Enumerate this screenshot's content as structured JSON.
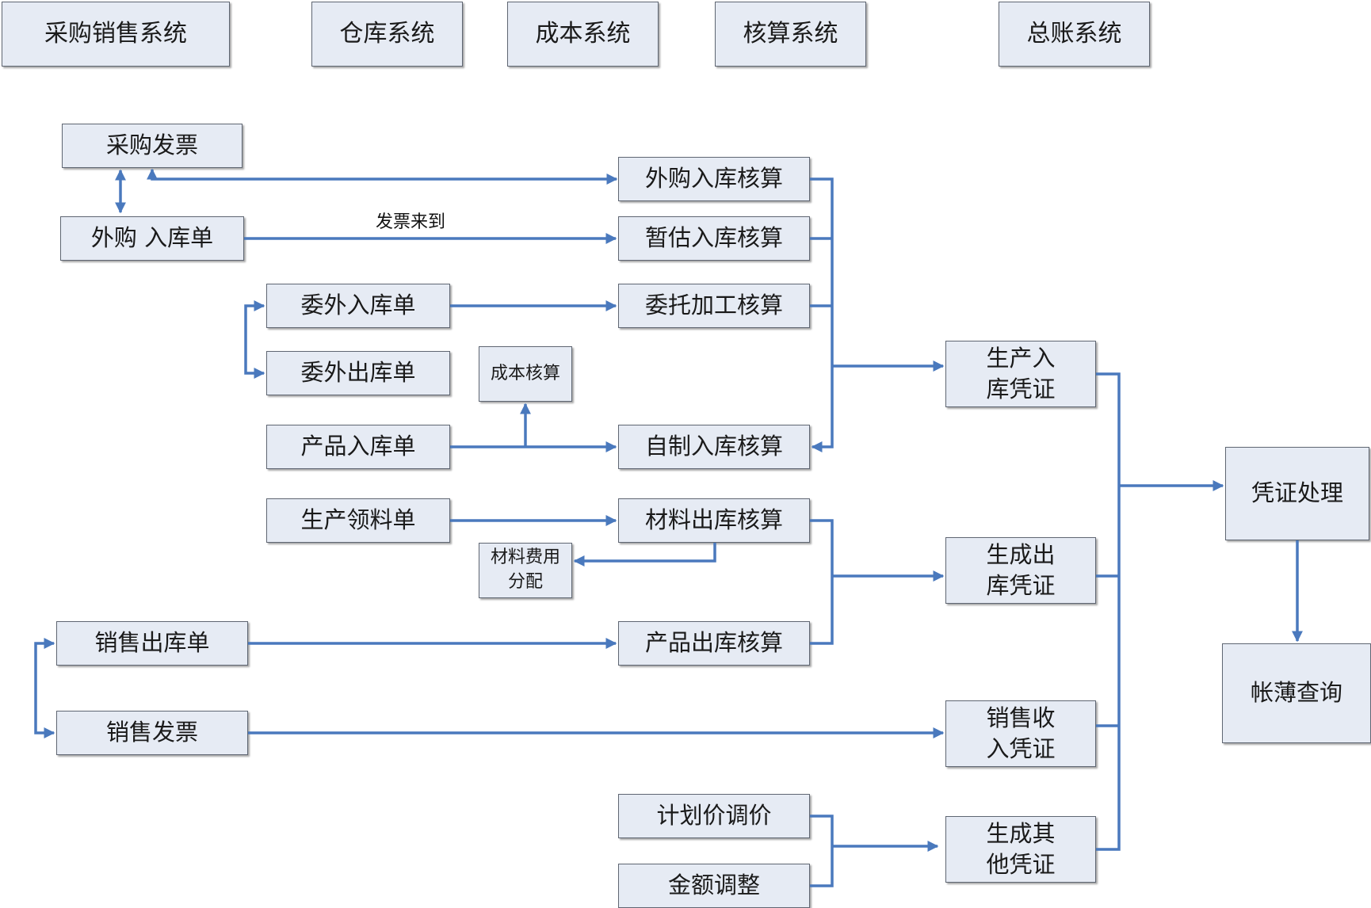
{
  "systems": {
    "purchase_sales": "采购销售系统",
    "warehouse": "仓库系统",
    "cost": "成本系统",
    "accounting": "核算系统",
    "ledger": "总账系统"
  },
  "docs": {
    "purchase_invoice": "采购发票",
    "purchase_receipt": "外购 入库单",
    "outsource_receipt": "委外入库单",
    "outsource_issue": "委外出库单",
    "product_receipt": "产品入库单",
    "production_material_req": "生产领料单",
    "sales_issue": "销售出库单",
    "sales_invoice": "销售发票"
  },
  "calc": {
    "purchase_in": "外购入库核算",
    "temp_in": "暂估入库核算",
    "consign_process": "委托加工核算",
    "cost_calc": "成本核算",
    "self_made_in": "自制入库核算",
    "material_out": "材料出库核算",
    "material_cost_alloc_l1": "材料费用",
    "material_cost_alloc_l2": "分配",
    "product_out": "产品出库核算",
    "plan_price_adjust": "计划价调价",
    "amount_adjust": "金额调整"
  },
  "vouchers": {
    "prod_in_l1": "生产入",
    "prod_in_l2": "库凭证",
    "gen_out_l1": "生成出",
    "gen_out_l2": "库凭证",
    "sales_income_l1": "销售收",
    "sales_income_l2": "入凭证",
    "gen_other_l1": "生成其",
    "gen_other_l2": "他凭证"
  },
  "ledger": {
    "voucher_processing": "凭证处理",
    "book_query": "帐薄查询"
  },
  "labels": {
    "invoice_arrived": "发票来到"
  },
  "colors": {
    "arrow": "#4a79bd",
    "box_fill": "#e6ebf4",
    "box_border": "#5f6672"
  }
}
